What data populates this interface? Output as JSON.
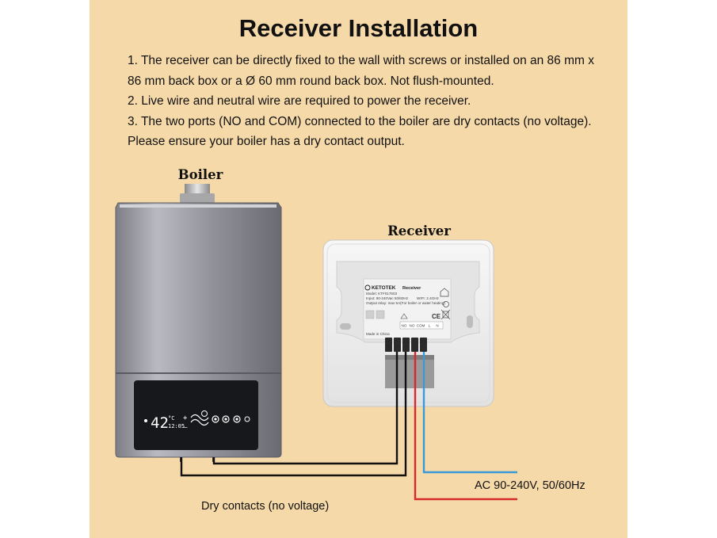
{
  "title": "Receiver Installation",
  "notes": [
    "1. The receiver can be directly fixed to the wall with screws or installed on an 86 mm x 86 mm back box or a Ø 60 mm round back box. Not flush-mounted.",
    "2. Live wire and neutral wire are required to power the receiver.",
    "3. The two ports (NO and COM) connected to the boiler are dry contacts (no voltage). Please ensure your boiler has a dry contact output."
  ],
  "boiler": {
    "label": "Boiler",
    "display_temp": "42",
    "display_unit": "°C",
    "display_time": "12:05"
  },
  "receiver": {
    "label": "Receiver",
    "brand": "KETOTEK",
    "brand_sub": "Receiver",
    "model": "Model: KTF017603",
    "input": "Input: 90-240Vac    50/60Hz",
    "wifi": "WIFI: 2.4GHz",
    "relay": "Output relay: max 5A(For boiler or water heating)",
    "made_in": "Made in China",
    "terminals": [
      "NO",
      "NO",
      "COM",
      "L",
      "N"
    ]
  },
  "wires": {
    "dry_contacts_label": "Dry contacts (no voltage)",
    "power_label": "AC 90-240V, 50/60Hz",
    "colors": {
      "dry": "#111111",
      "live": "#d42a2a",
      "neutral": "#3a9ad9"
    }
  }
}
